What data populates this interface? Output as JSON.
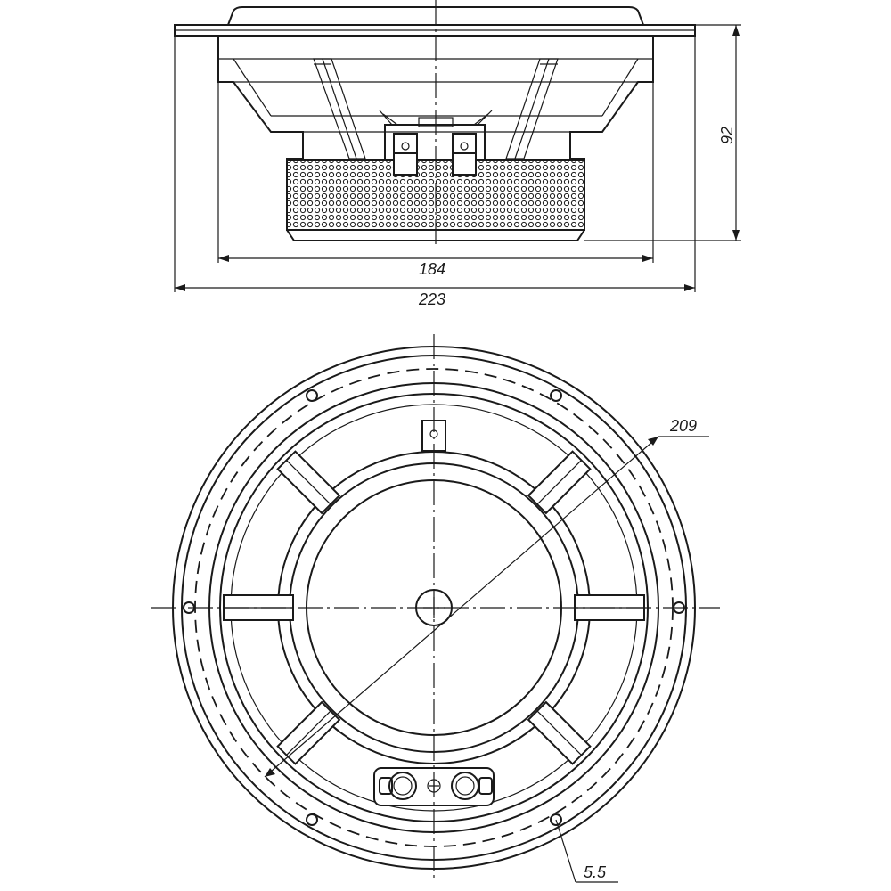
{
  "dimensions": {
    "overall_diameter": "223",
    "frame_diameter": "184",
    "height": "92",
    "bolt_circle": "209",
    "hole_diameter": "5.5"
  },
  "colors": {
    "line": "#1a1a1a",
    "background": "#ffffff"
  }
}
